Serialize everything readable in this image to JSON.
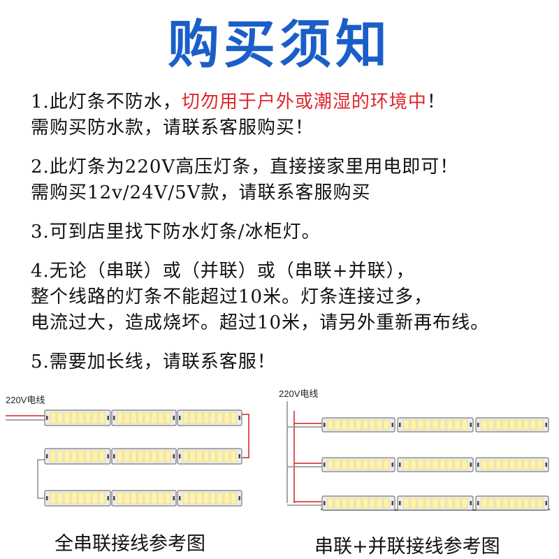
{
  "title": "购买须知",
  "notes": [
    {
      "lines": [
        {
          "parts": [
            "1.此灯条不防水，",
            "切勿用于户外或潮湿的环境中",
            "！"
          ]
        },
        {
          "text": "需购买防水款，请联系客服购买！"
        }
      ]
    },
    {
      "lines": [
        {
          "text": "2.此灯条为220V高压灯条，直接接家里用电即可！"
        },
        {
          "text": "需购买12v/24V/5V款，请联系客服购买"
        }
      ]
    },
    {
      "lines": [
        {
          "text": "3.可到店里找下防水灯条/冰柜灯。"
        }
      ]
    },
    {
      "lines": [
        {
          "text": "4.无论（串联）或（并联）或（串联+并联），"
        },
        {
          "text": "整个线路的灯条不能超过10米。灯条连接过多，"
        },
        {
          "text": "电流过大，造成烧坏。超过10米，请另外重新再布线。"
        }
      ]
    },
    {
      "lines": [
        {
          "text": "5.需要加长线，请联系客服！"
        }
      ]
    }
  ],
  "diagrams": {
    "series": {
      "wire_label": "220V电线",
      "caption": "全串联接线参考图"
    },
    "mixed": {
      "wire_label": "220V电线",
      "caption": "串联+并联接线参考图"
    }
  },
  "colors": {
    "title": "#1a5fc8",
    "warning": "#e0262a",
    "wire_red": "#d42020",
    "wire_gray": "#8a8a8a",
    "led": "#fff3a8"
  }
}
